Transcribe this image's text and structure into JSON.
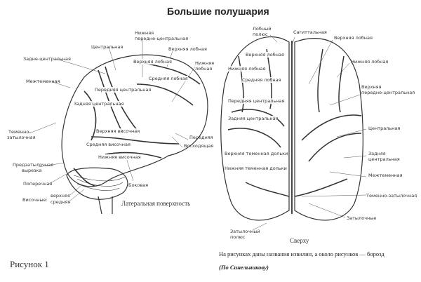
{
  "title": "Большие полушария",
  "figure_label": "Рисунок 1",
  "caption": "На рисунках даны названия извилин, а около рисунков — борозд",
  "source": "(По Синельникову)",
  "lateral": {
    "view_label": "Латеральная поверхность",
    "sulci": {
      "postcentral": "Задне-центральная",
      "central": "Центральная",
      "inferior_precentral": [
        "Нижняя",
        "передне-центральная"
      ],
      "superior_frontal": "Верхняя лобная",
      "inferior_frontal": [
        "Нижняя",
        "лобная"
      ],
      "intraparietal": "Межтеменная",
      "parieto_occipital": [
        "Теменно-",
        "затылочная"
      ],
      "anterior": "Передняя",
      "ascending": "Восходящая",
      "preoccipital_notch": [
        "Предзатылочная",
        "вырезка"
      ],
      "transverse": "Поперечная",
      "temporal": "Височные:",
      "temporal_superior": "верхняя",
      "temporal_middle": "средняя",
      "lateral": "Боковая"
    },
    "gyri": {
      "superior_frontal": "Верхняя лобная",
      "middle_frontal": "Средняя лобная",
      "precentral": "Передняя центральная",
      "postcentral": "Задняя центральная",
      "superior_temporal": "Верхняя височная",
      "middle_temporal": "Средняя височная",
      "inferior_temporal": "Нижняя височная"
    }
  },
  "superior": {
    "view_label": "Сверху",
    "sulci": {
      "frontal_pole": [
        "Лобный",
        "полюс"
      ],
      "sagittal": "Сагиттальная",
      "superior_frontal": "Верхняя лобная",
      "inferior_frontal": "Нижняя лобная",
      "superior_precentral": [
        "Верхняя",
        "передне-центральная"
      ],
      "central": "Центральная",
      "postcentral": [
        "Задняя",
        "центральная"
      ],
      "intraparietal": "Межтеменная",
      "parieto_occipital": "Теменно-затылочная",
      "occipital": "Затылочные",
      "occipital_pole": [
        "Затылочный",
        "полюс"
      ]
    },
    "gyri": {
      "inferior_frontal": "Нижняя лобная",
      "middle_frontal": "Средняя лобная",
      "superior_frontal": "Верхняя лобная",
      "precentral": "Передняя центральная",
      "postcentral": "Задняя центральная",
      "superior_parietal": "Верхняя теменная дольки",
      "inferior_parietal": "Нижняя теменная дольки"
    }
  }
}
